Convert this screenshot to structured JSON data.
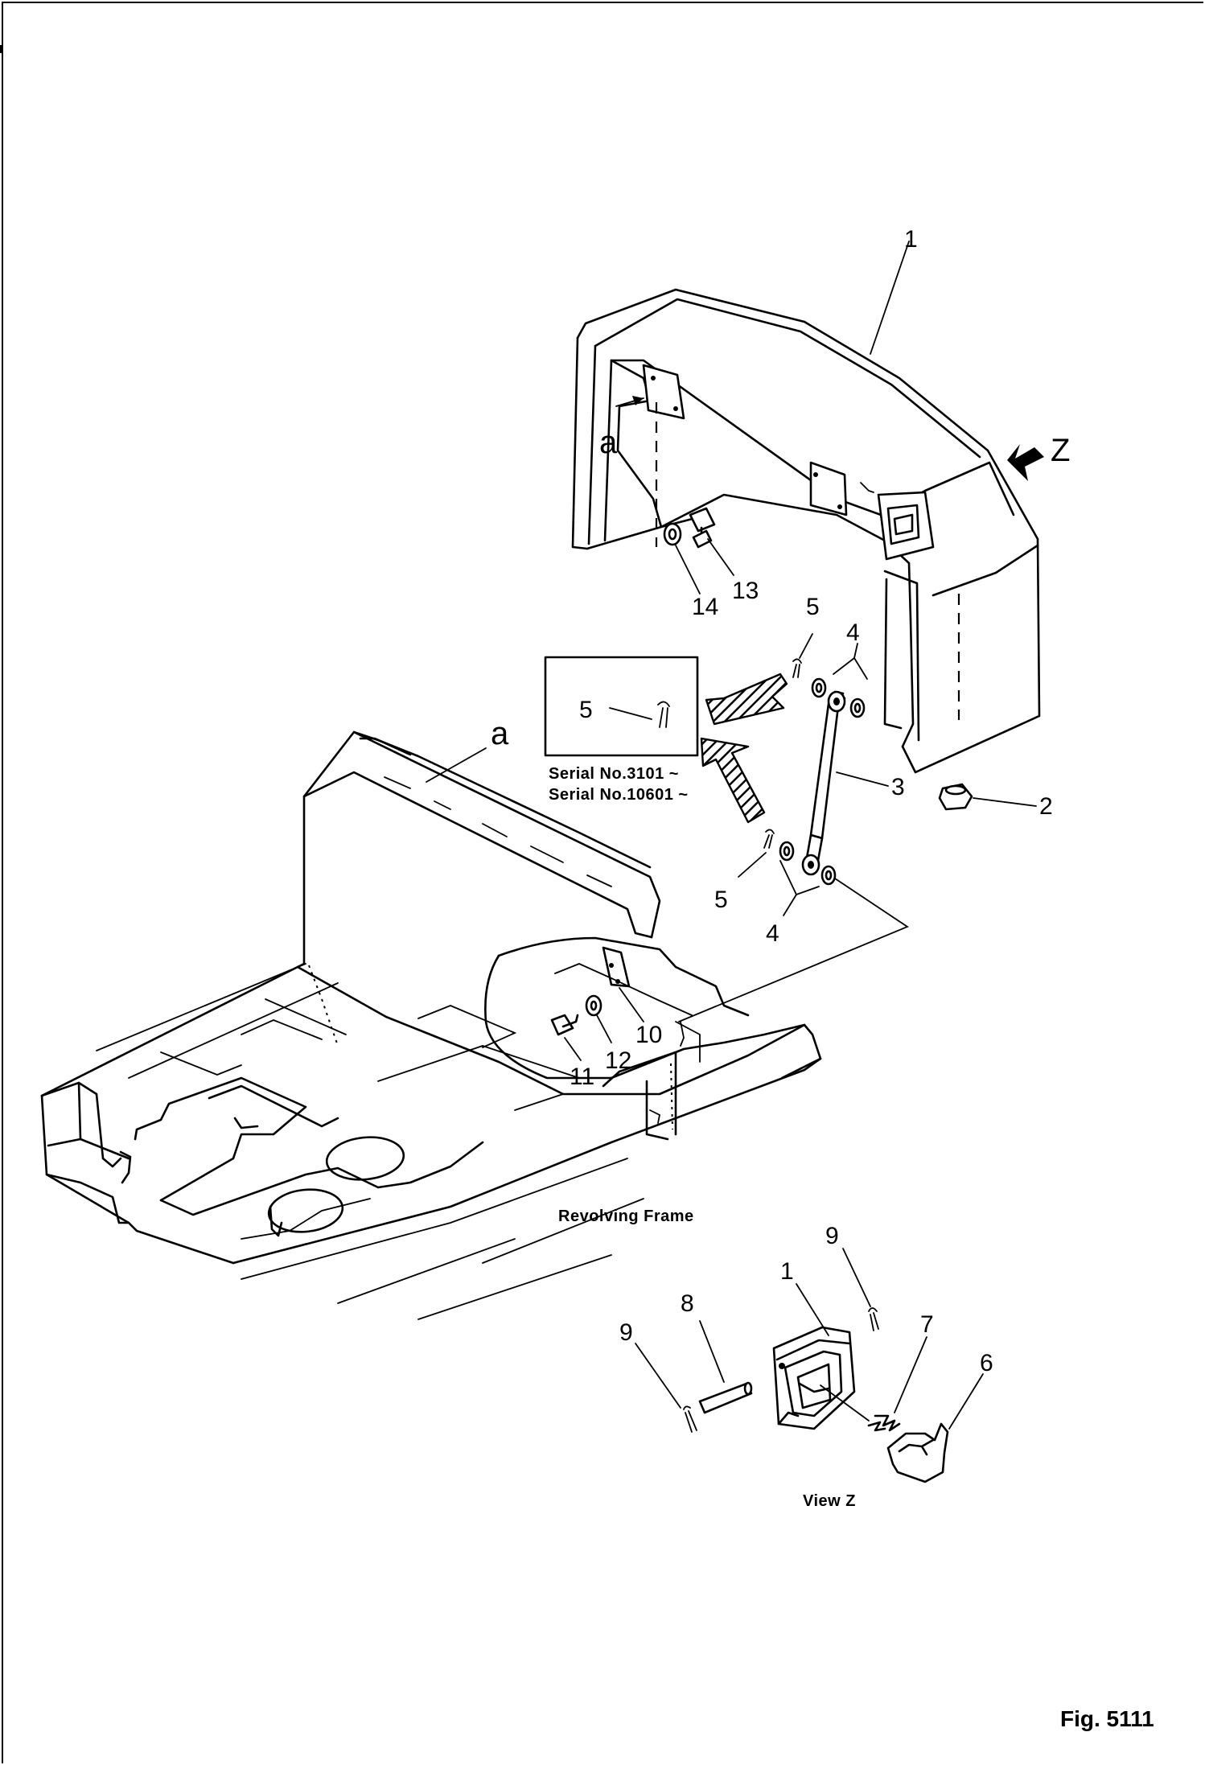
{
  "figure": {
    "number": "Fig. 5111"
  },
  "views": {
    "direction_letter": "Z",
    "view_z_caption": "View Z",
    "revolving_frame": "Revolving Frame",
    "detail_letter": "a"
  },
  "serial_notes": [
    "Serial No.3101 ~",
    "Serial No.10601 ~"
  ],
  "callouts": {
    "c1": "1",
    "c2": "2",
    "c3": "3",
    "c4": "4",
    "c5": "5",
    "c6": "6",
    "c7": "7",
    "c8": "8",
    "c9": "9",
    "c10": "10",
    "c11": "11",
    "c12": "12",
    "c13": "13",
    "c14": "14"
  }
}
